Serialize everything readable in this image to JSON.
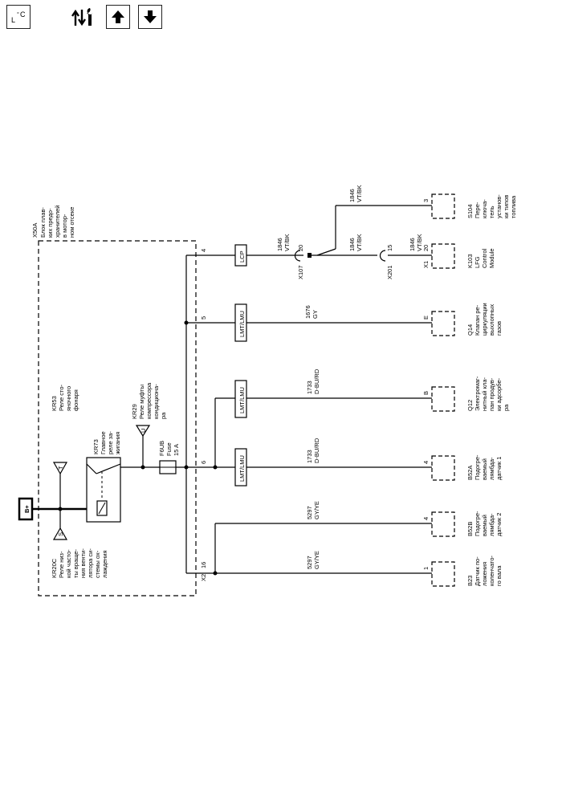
{
  "toolbar": {
    "units_icon": "celsius-toggle-icon",
    "units_glyphs": [
      "L",
      "°",
      "C"
    ],
    "tools_icon": "wrench-arrows-icon",
    "up_icon": "arrow-up-icon",
    "down_icon": "arrow-down-icon"
  },
  "diagram": {
    "battery": "B+",
    "block": {
      "id": "X50A",
      "desc": [
        "Блок плав-",
        "ких предо-",
        "хранителей",
        "в мотор-",
        "ном отсеке"
      ]
    },
    "relays": {
      "kr20c": {
        "id": "KR20C",
        "letter": "S",
        "desc": [
          "Реле низ-",
          "кой часто-",
          "ты враще-",
          "ния венти-",
          "лятора си-",
          "стемы ох-",
          "лаждения"
        ]
      },
      "kr53": {
        "id": "KR53",
        "letter": "T",
        "desc": [
          "Реле сто-",
          "яночного",
          "фонаря"
        ]
      },
      "kr73": {
        "id": "KR73",
        "desc": [
          "Главное",
          "реле за-",
          "жигания"
        ]
      },
      "kr29": {
        "id": "KR29",
        "letter": "U",
        "desc": [
          "Реле муфты",
          "компрессора",
          "кондициона-",
          "ра"
        ]
      }
    },
    "fuse": {
      "id": "F6UB",
      "label": "Fuse",
      "rating": "15 A"
    },
    "block_pins": {
      "p4": "4",
      "p5": "5",
      "p6": "6",
      "p16": "16",
      "x2": "X2"
    },
    "boxes": {
      "lcp": "LCP",
      "lmt": "LMT/LMU"
    },
    "wires": {
      "w1846": {
        "num": "1846",
        "color": "VT/BK"
      },
      "w1676": {
        "num": "1676",
        "color": "GY"
      },
      "w1733": {
        "num": "1733",
        "color": "D-BU/RD"
      },
      "w5297": {
        "num": "5297",
        "color": "GY/YE"
      }
    },
    "connectors": {
      "x107": {
        "id": "X107",
        "pin": "20"
      },
      "x201": {
        "id": "X201",
        "pin": "15"
      },
      "x1": "X1"
    },
    "components": {
      "s104": {
        "pin": "3",
        "id": "S104",
        "desc": [
          "Пере-",
          "ключа-",
          "тель",
          "установ-",
          "ки типов",
          "топлива"
        ]
      },
      "k103": {
        "pin": "20",
        "id": "K103",
        "desc": [
          "LFG",
          "Control",
          "Module"
        ]
      },
      "q14": {
        "pin": "E",
        "id": "Q14",
        "desc": [
          "Клапан ре-",
          "циркуляции",
          "выхлопных",
          "газов"
        ]
      },
      "q12": {
        "pin": "B",
        "id": "Q12",
        "desc": [
          "Электромаг-",
          "нитный кла-",
          "пан продув-",
          "ки адсорбе-",
          "ра"
        ]
      },
      "b52a": {
        "pin": "4",
        "id": "B52A",
        "desc": [
          "Подогре-",
          "ваемый",
          "лямбда-",
          "датчик 1"
        ]
      },
      "b52b": {
        "pin": "4",
        "id": "B52B",
        "desc": [
          "Подогре-",
          "ваемый",
          "лямбда-",
          "датчик 2"
        ]
      },
      "b23": {
        "pin": "1",
        "id": "B23",
        "desc": [
          "Датчик по-",
          "ложения",
          "коленчато-",
          "го вала"
        ]
      }
    }
  }
}
